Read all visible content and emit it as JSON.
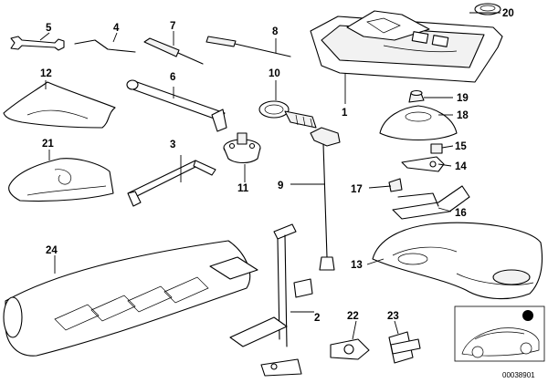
{
  "diagram": {
    "callouts": [
      {
        "id": "c1",
        "label": "1"
      },
      {
        "id": "c2",
        "label": "2"
      },
      {
        "id": "c3",
        "label": "3"
      },
      {
        "id": "c4",
        "label": "4"
      },
      {
        "id": "c5",
        "label": "5"
      },
      {
        "id": "c6",
        "label": "6"
      },
      {
        "id": "c7",
        "label": "7"
      },
      {
        "id": "c8",
        "label": "8"
      },
      {
        "id": "c9",
        "label": "9"
      },
      {
        "id": "c10",
        "label": "10"
      },
      {
        "id": "c11",
        "label": "11"
      },
      {
        "id": "c12",
        "label": "12"
      },
      {
        "id": "c13",
        "label": "13"
      },
      {
        "id": "c14",
        "label": "14"
      },
      {
        "id": "c15",
        "label": "15"
      },
      {
        "id": "c16",
        "label": "16"
      },
      {
        "id": "c17",
        "label": "17"
      },
      {
        "id": "c18",
        "label": "18"
      },
      {
        "id": "c19",
        "label": "19"
      },
      {
        "id": "c20",
        "label": "20"
      },
      {
        "id": "c21",
        "label": "21"
      },
      {
        "id": "c22",
        "label": "22"
      },
      {
        "id": "c23",
        "label": "23"
      },
      {
        "id": "c24",
        "label": "24"
      }
    ],
    "reference_number": "00038901"
  }
}
